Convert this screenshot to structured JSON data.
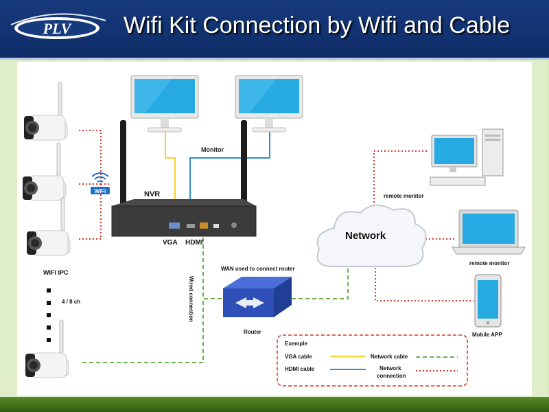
{
  "header": {
    "logo_text": "PLV",
    "title": "Wifi Kit Connection by Wifi and Cable"
  },
  "labels": {
    "monitor": "Monitor",
    "nvr": "NVR",
    "vga": "VGA",
    "hdmi": "HDMI",
    "wifi_badge": "WiFi",
    "wifi_ipc": "WIFI IPC",
    "channels": "4 / 8 ch",
    "wired_connection": "Wired connection",
    "wan": "WAN used to connect router",
    "router": "Router",
    "network": "Network",
    "remote_monitor_1": "remote monitor",
    "remote_monitor_2": "remote monitor",
    "mobile_app": "Mobile APP"
  },
  "legend": {
    "title": "Exemple",
    "vga_cable": "VGA cable",
    "hdmi_cable": "HDMI cable",
    "network_cable": "Network cable",
    "network_connection_1": "Network",
    "network_connection_2": "connection"
  },
  "colors": {
    "vga_cable": "#f2d230",
    "hdmi_cable": "#2e8fd6",
    "network_cable": "#6ab04c",
    "network_connection": "#d9342b",
    "header_bg": "#173a7e",
    "footer_bg": "#4a7a22"
  }
}
